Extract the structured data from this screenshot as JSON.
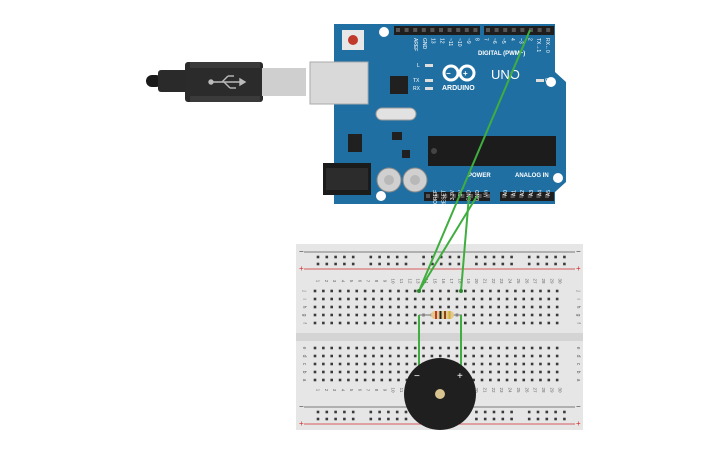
{
  "arduino": {
    "brand": "ARDUINO",
    "model": "UNO",
    "digital_label": "DIGITAL (PWM~)",
    "analog_label": "ANALOG IN",
    "power_label": "POWER",
    "on_label": "ON",
    "led_l": "L",
    "led_tx": "TX",
    "led_rx": "RX",
    "top_pins": [
      "AREF",
      "GND",
      "13",
      "12",
      "~11",
      "~10",
      "~9",
      "8",
      "7",
      "~6",
      "~5",
      "4",
      "~3",
      "2",
      "TX→1",
      "RX←0"
    ],
    "power_pins": [
      "IOREF",
      "RESET",
      "3.3V",
      "5V",
      "GND",
      "GND",
      "Vin"
    ],
    "analog_pins": [
      "A0",
      "A1",
      "A2",
      "A3",
      "A4",
      "A5"
    ],
    "board_color": "#1f6fa3",
    "wire_color": "#3fae3f"
  },
  "breadboard": {
    "row_letters_top": [
      "j",
      "i",
      "h",
      "g",
      "f"
    ],
    "row_letters_bottom": [
      "e",
      "d",
      "c",
      "b",
      "a"
    ],
    "columns": [
      "1",
      "2",
      "3",
      "4",
      "5",
      "6",
      "7",
      "8",
      "9",
      "10",
      "11",
      "12",
      "13",
      "14",
      "15",
      "16",
      "17",
      "18",
      "19",
      "20",
      "21",
      "22",
      "23",
      "24",
      "25",
      "26",
      "27",
      "28",
      "29",
      "30"
    ],
    "rail_minus": "−",
    "rail_plus": "+"
  },
  "buzzer": {
    "minus_label": "−",
    "plus_label": "+"
  },
  "resistor": {
    "bands": [
      "#c0392b",
      "#222222",
      "#8b4513",
      "#d4af37"
    ]
  }
}
